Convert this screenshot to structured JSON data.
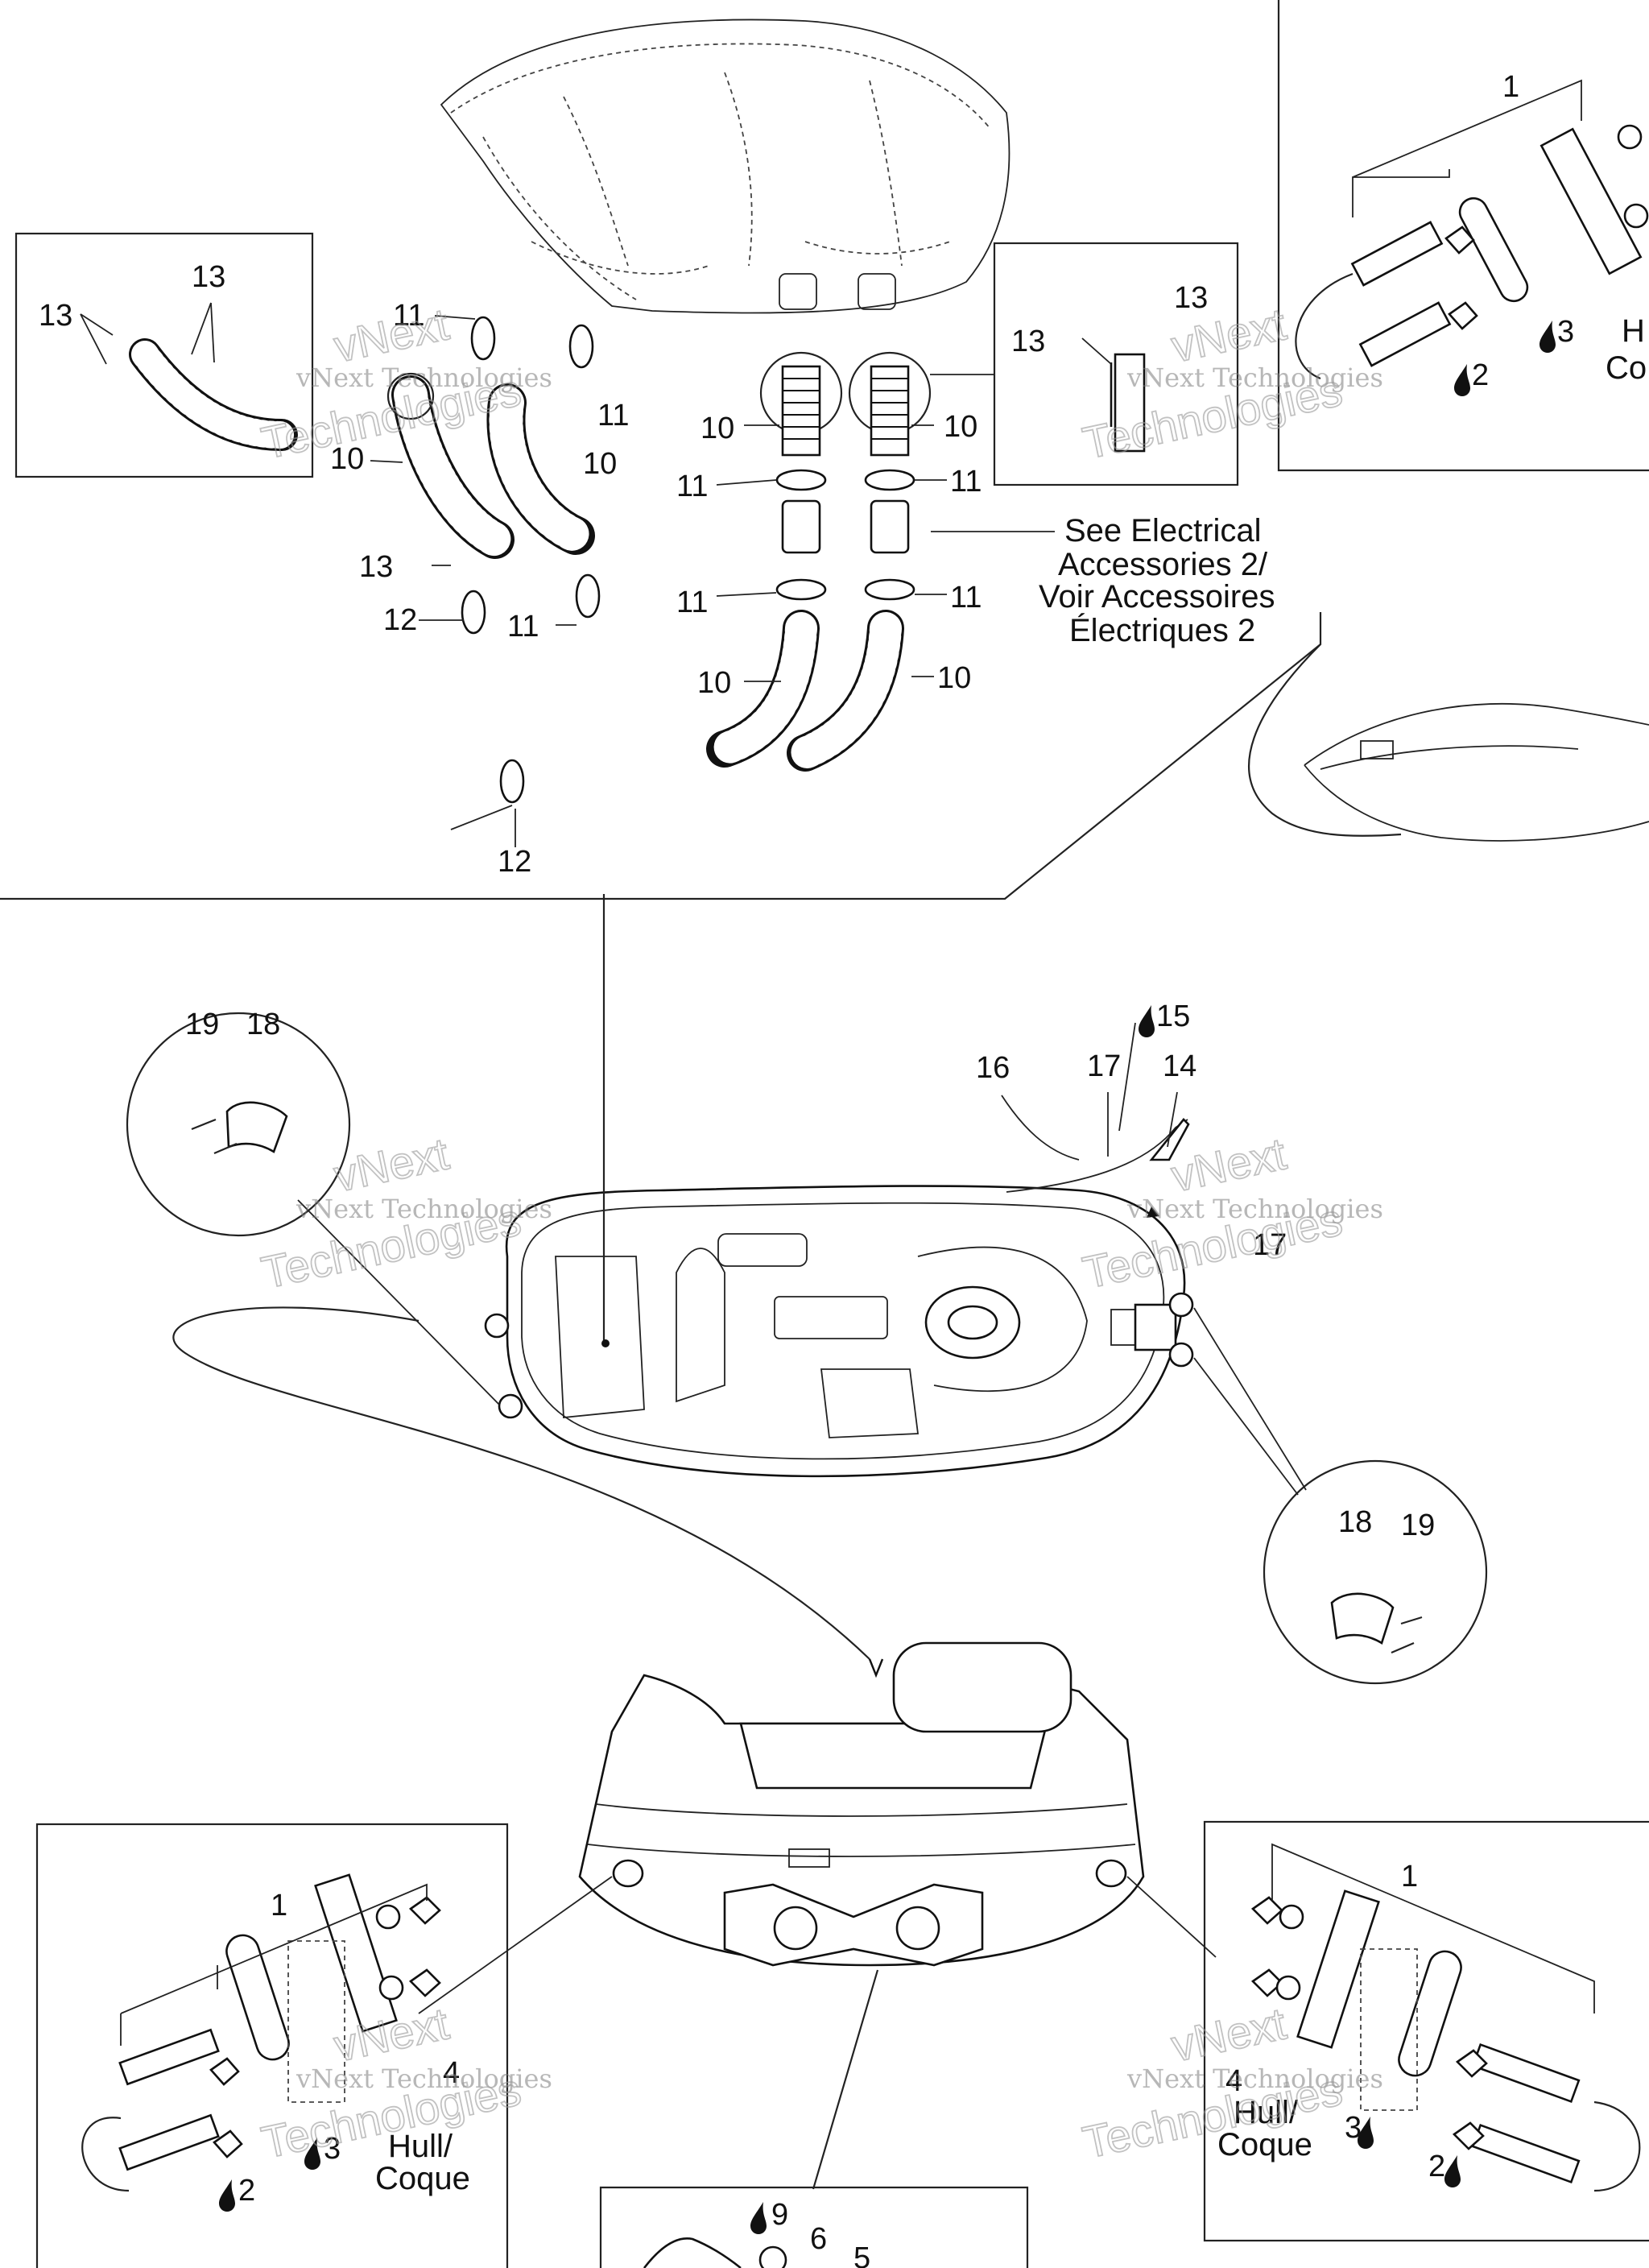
{
  "labels": {
    "n1": "1",
    "n2": "2",
    "n3": "3",
    "n4": "4",
    "n5": "5",
    "n6": "6",
    "n9": "9",
    "n10": "10",
    "n11": "11",
    "n12": "12",
    "n13": "13",
    "n14": "14",
    "n15": "15",
    "n16": "16",
    "n17": "17",
    "n18": "18",
    "n19": "19"
  },
  "notes": {
    "electrical_1": "See Electrical",
    "electrical_2": "Accessories 2/",
    "electrical_3": "Voir Accessoires",
    "electrical_4": "Électriques 2",
    "hull_en": "Hull/",
    "hull_fr": "Coque",
    "hull_partial_1": "H",
    "hull_partial_2": "Co"
  },
  "watermark": {
    "line1": "vNext Technologies",
    "line2a": "vNext",
    "line2b": "Technologies"
  },
  "icons": {
    "drop": "adhesive-drop-icon"
  }
}
